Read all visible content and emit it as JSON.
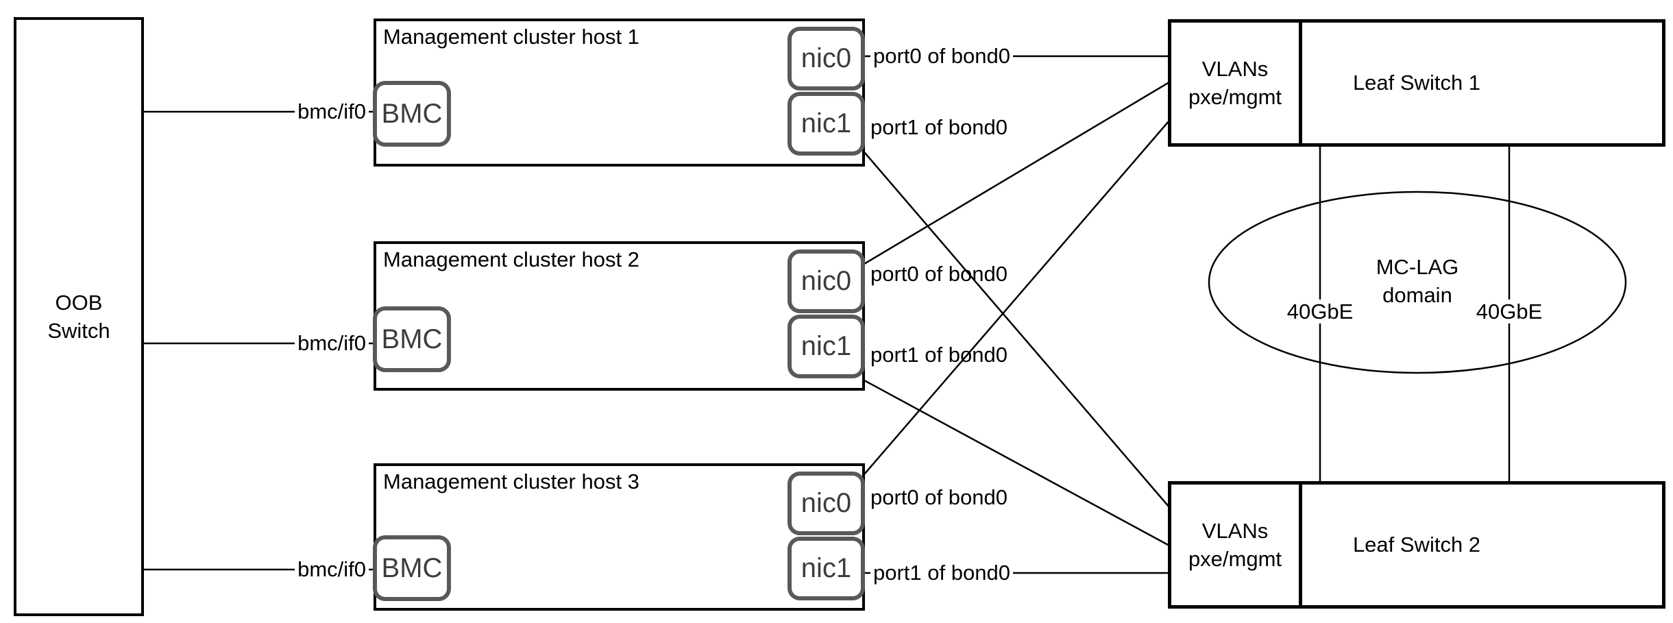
{
  "oob_switch": {
    "label": "OOB\nSwitch"
  },
  "hosts": [
    {
      "title": "Management cluster host 1",
      "bmc_label": "BMC",
      "bmc_interface_label": "bmc/if0",
      "nic0_label": "nic0",
      "nic1_label": "nic1",
      "port0_label": "port0 of bond0",
      "port1_label": "port1 of bond0"
    },
    {
      "title": "Management cluster host 2",
      "bmc_label": "BMC",
      "bmc_interface_label": "bmc/if0",
      "nic0_label": "nic0",
      "nic1_label": "nic1",
      "port0_label": "port0 of bond0",
      "port1_label": "port1 of bond0"
    },
    {
      "title": "Management cluster host 3",
      "bmc_label": "BMC",
      "bmc_interface_label": "bmc/if0",
      "nic0_label": "nic0",
      "nic1_label": "nic1",
      "port0_label": "port0 of bond0",
      "port1_label": "port1 of bond0"
    }
  ],
  "leaf_switches": [
    {
      "name": "Leaf Switch 1",
      "vlans_label": "VLANs\npxe/mgmt"
    },
    {
      "name": "Leaf Switch 2",
      "vlans_label": "VLANs\npxe/mgmt"
    }
  ],
  "mc_lag": {
    "domain_label": "MC-LAG\ndomain",
    "link_labels": [
      "40GbE",
      "40GbE"
    ]
  },
  "colors": {
    "line": "#000000",
    "box-border": "#000000",
    "module-border": "#595959",
    "module-text": "#3d3d3d",
    "background": "#ffffff",
    "text": "#000000"
  }
}
